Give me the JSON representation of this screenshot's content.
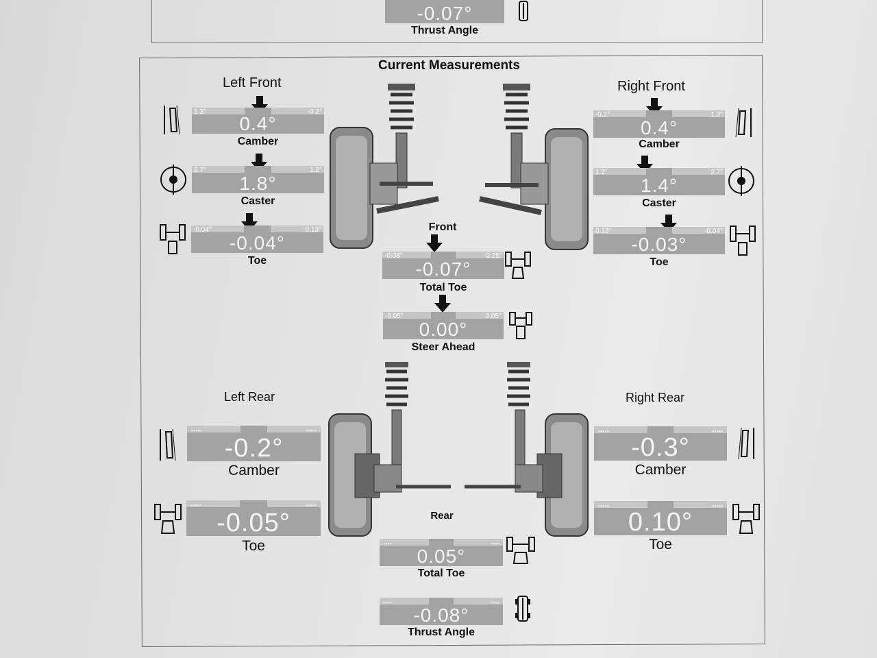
{
  "top": {
    "value": "-0.07°",
    "label": "Thrust Angle"
  },
  "title": "Current Measurements",
  "left_front": {
    "heading": "Left Front",
    "camber": {
      "min": "1.3°",
      "max": "-0.2°",
      "value": "0.4°",
      "label": "Camber"
    },
    "caster": {
      "min": "2.7°",
      "max": "1.2°",
      "value": "1.8°",
      "label": "Caster"
    },
    "toe": {
      "min": "-0.04°",
      "max": "0.13°",
      "value": "-0.04°",
      "label": "Toe"
    }
  },
  "right_front": {
    "heading": "Right Front",
    "camber": {
      "min": "-0.2°",
      "max": "1.3°",
      "value": "0.4°",
      "label": "Camber"
    },
    "caster": {
      "min": "1.2°",
      "max": "2.7°",
      "value": "1.4°",
      "label": "Caster"
    },
    "toe": {
      "min": "0.13°",
      "max": "-0.04°",
      "value": "-0.03°",
      "label": "Toe"
    }
  },
  "front": {
    "heading": "Front",
    "total_toe": {
      "min": "-0.08°",
      "max": "0.25°",
      "value": "-0.07°",
      "label": "Total Toe"
    },
    "steer_ahead": {
      "min": "-0.05°",
      "max": "0.05°",
      "value": "0.00°",
      "label": "Steer Ahead"
    }
  },
  "left_rear": {
    "heading": "Left Rear",
    "camber": {
      "value": "-0.2°",
      "label": "Camber"
    },
    "toe": {
      "value": "-0.05°",
      "label": "Toe"
    }
  },
  "right_rear": {
    "heading": "Right Rear",
    "camber": {
      "value": "-0.3°",
      "label": "Camber"
    },
    "toe": {
      "value": "0.10°",
      "label": "Toe"
    }
  },
  "rear": {
    "heading": "Rear",
    "total_toe": {
      "value": "0.05°",
      "label": "Total Toe"
    },
    "thrust_angle": {
      "value": "-0.08°",
      "label": "Thrust Angle"
    }
  },
  "icons": [
    "camber-icon",
    "caster-icon",
    "toe-icon",
    "total-toe-icon",
    "steer-ahead-icon",
    "thrust-angle-icon",
    "suspension-illustration"
  ]
}
